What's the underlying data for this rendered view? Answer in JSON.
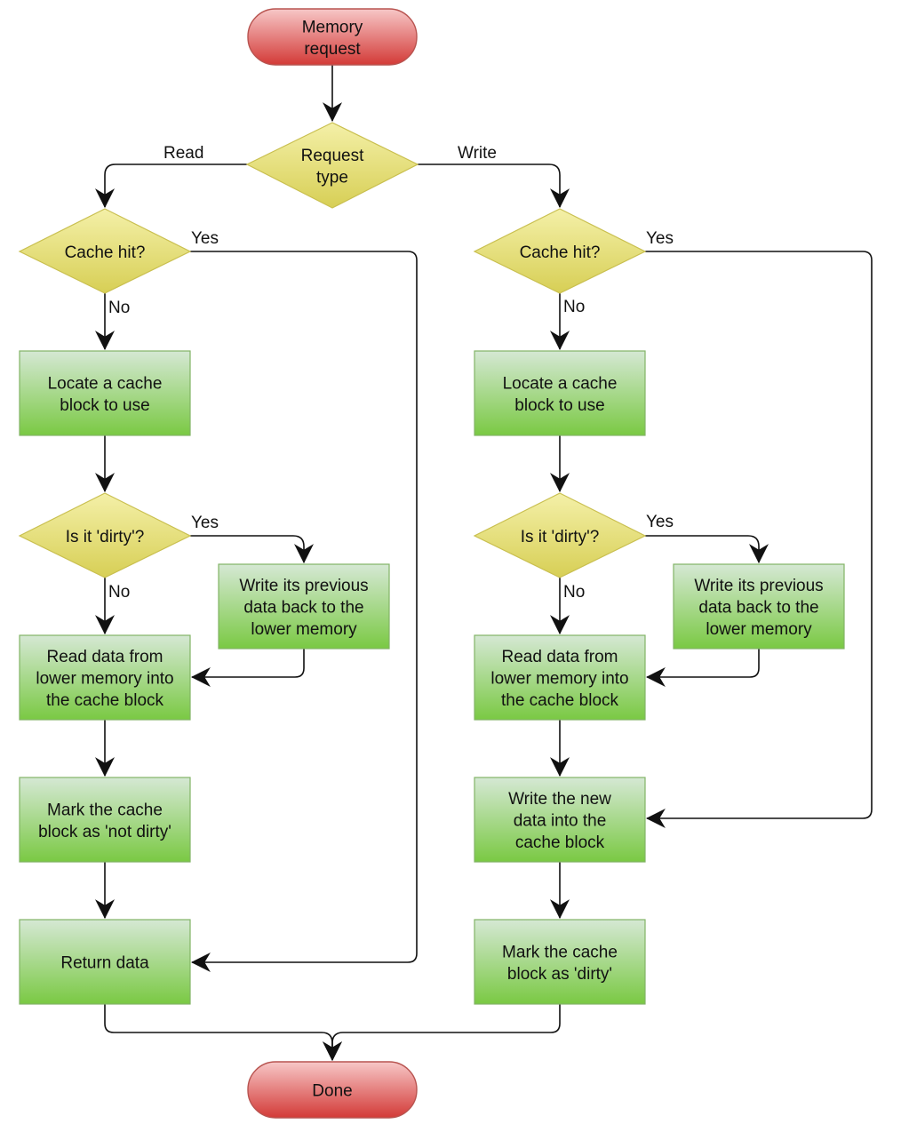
{
  "colors": {
    "process_top": "#d5e8d4",
    "process_bottom": "#7ac943",
    "decision_top": "#f4f0a8",
    "decision_bottom": "#d7cf55",
    "terminal_top": "#f7c7c7",
    "terminal_bottom": "#d33a37",
    "edge": "#111111"
  },
  "nodes": {
    "start": "Memory request",
    "request_type": "Request type",
    "read_cache_hit": "Cache hit?",
    "read_locate": "Locate a cache block to use",
    "read_dirty": "Is it 'dirty'?",
    "read_write_back": "Write its previous data back to the lower memory",
    "read_read_data": "Read data from lower memory into the cache block",
    "read_mark_not_dirty": "Mark the cache block as 'not dirty'",
    "read_return": "Return data",
    "write_cache_hit": "Cache hit?",
    "write_locate": "Locate a cache block to use",
    "write_dirty": "Is it 'dirty'?",
    "write_write_back": "Write its previous data back to the lower memory",
    "write_read_data": "Read data from lower memory into the cache block",
    "write_new_data": "Write the new data into the cache block",
    "write_mark_dirty": "Mark the cache block as 'dirty'",
    "done": "Done"
  },
  "edge_labels": {
    "read": "Read",
    "write": "Write",
    "read_hit_yes": "Yes",
    "read_hit_no": "No",
    "read_dirty_yes": "Yes",
    "read_dirty_no": "No",
    "write_hit_yes": "Yes",
    "write_hit_no": "No",
    "write_dirty_yes": "Yes",
    "write_dirty_no": "No"
  },
  "node_lines": {
    "start": [
      "Memory",
      "request"
    ],
    "request_type": [
      "Request",
      "type"
    ],
    "read_cache_hit": [
      "Cache hit?"
    ],
    "read_locate": [
      "Locate a cache",
      "block to use"
    ],
    "read_dirty": [
      "Is it 'dirty'?"
    ],
    "read_write_back": [
      "Write its previous",
      "data back to the",
      "lower memory"
    ],
    "read_read_data": [
      "Read data from",
      "lower memory into",
      "the cache block"
    ],
    "read_mark_not_dirty": [
      "Mark the cache",
      "block as 'not dirty'"
    ],
    "read_return": [
      "Return data"
    ],
    "write_cache_hit": [
      "Cache hit?"
    ],
    "write_locate": [
      "Locate a cache",
      "block to use"
    ],
    "write_dirty": [
      "Is it 'dirty'?"
    ],
    "write_write_back": [
      "Write its previous",
      "data back to the",
      "lower memory"
    ],
    "write_read_data": [
      "Read data from",
      "lower memory into",
      "the cache block"
    ],
    "write_new_data": [
      "Write the new",
      "data into the",
      "cache block"
    ],
    "write_mark_dirty": [
      "Mark the cache",
      "block as 'dirty'"
    ],
    "done": [
      "Done"
    ]
  }
}
